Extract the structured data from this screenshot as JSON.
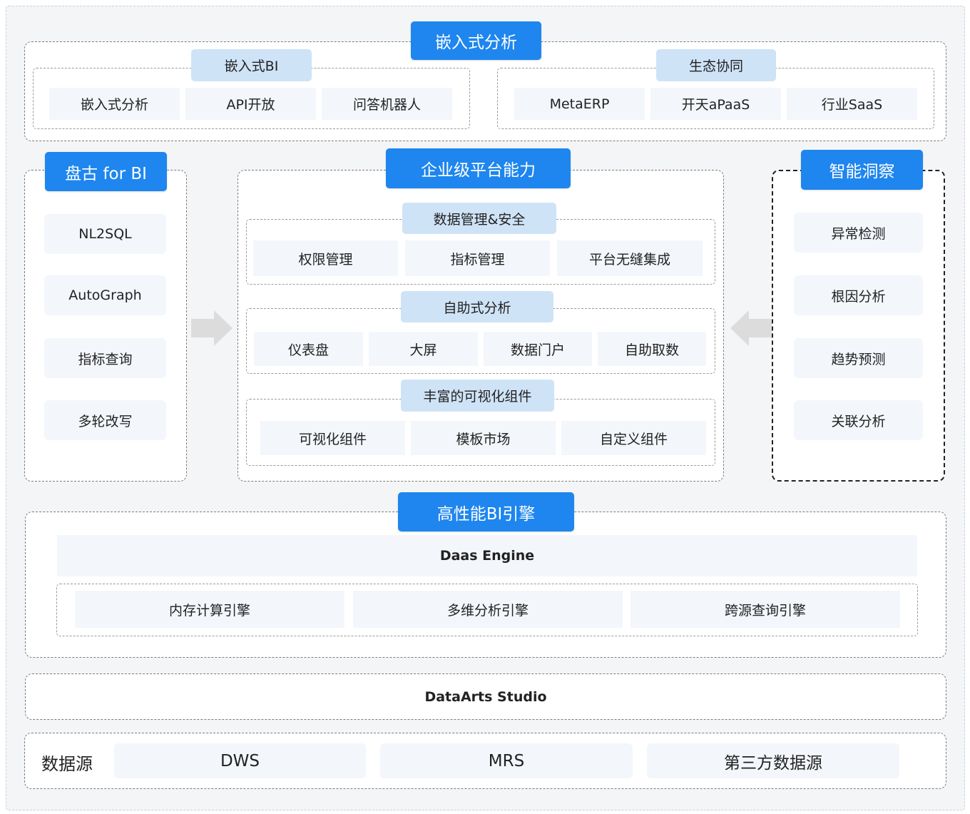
{
  "embedded": {
    "title": "嵌入式分析",
    "bi": {
      "title": "嵌入式BI",
      "items": [
        "嵌入式分析",
        "API开放",
        "问答机器人"
      ]
    },
    "ecosystem": {
      "title": "生态协同",
      "items": [
        "MetaERP",
        "开天aPaaS",
        "行业SaaS"
      ]
    }
  },
  "pangu": {
    "title": "盘古 for BI",
    "items": [
      "NL2SQL",
      "AutoGraph",
      "指标查询",
      "多轮改写"
    ]
  },
  "platform": {
    "title": "企业级平台能力",
    "groups": [
      {
        "title": "数据管理&安全",
        "items": [
          "权限管理",
          "指标管理",
          "平台无缝集成"
        ]
      },
      {
        "title": "自助式分析",
        "items": [
          "仪表盘",
          "大屏",
          "数据门户",
          "自助取数"
        ]
      },
      {
        "title": "丰富的可视化组件",
        "items": [
          "可视化组件",
          "模板市场",
          "自定义组件"
        ]
      }
    ]
  },
  "insight": {
    "title": "智能洞察",
    "items": [
      "异常检测",
      "根因分析",
      "趋势预测",
      "关联分析"
    ]
  },
  "engine": {
    "title": "高性能BI引擎",
    "daas": "Daas Engine",
    "items": [
      "内存计算引擎",
      "多维分析引擎",
      "跨源查询引擎"
    ]
  },
  "dataarts": "DataArts Studio",
  "datasource": {
    "label": "数据源",
    "items": [
      "DWS",
      "MRS",
      "第三方数据源"
    ]
  },
  "colors": {
    "accent": "#1e86ee",
    "light_title": "#cfe3f7",
    "cell": "#f3f6fb"
  }
}
